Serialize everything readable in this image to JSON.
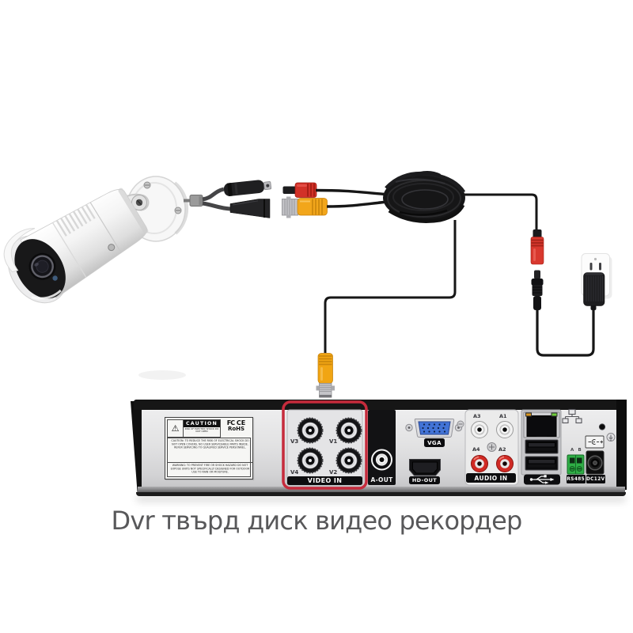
{
  "caption": "Dvr твърд диск видео рекордер",
  "icons": {
    "warning": "⚠",
    "lan_icon": "network-nodes",
    "usb_icon": "usb-trident",
    "ground_icon": "earth-ground",
    "polarity_icon": "dc-polarity-center-positive"
  },
  "colors": {
    "video_in_highlight_red": "#c62b3c",
    "bnc_yellow": "#f1a513",
    "power_plug_red": "#d8382e",
    "rs485_green": "#2fae46",
    "vga_blue": "#4273d6",
    "led_orange": "#d6951f",
    "led_green": "#6fce3a",
    "caption_gray": "#58585a"
  },
  "dvr": {
    "caution": {
      "header": "CAUTION",
      "header_sub": "RISK OF ELECTRIC SHOCK DO NOT OPEN",
      "fcc": "FC",
      "ce": "CE",
      "rohs": "RoHS",
      "para1": "CAUTION: TO REDUCE THE RISK OF ELECTRICAL SHOCK DO NOT OPEN COVERS. NO USER SERVICEABLE PARTS INSIDE. REFER SERVICING TO QUALIFIED SERVICE PERSONNEL.",
      "para2": "WARNING: TO PREVENT FIRE OR SHOCK HAZARD DO NOT EXPOSE UNITS NOT SPECIFICALLY DESIGNED FOR OUTDOOR USE TO RAIN OR MOISTURE."
    },
    "video_in": {
      "label": "VIDEO IN",
      "ports": [
        {
          "label": "V3"
        },
        {
          "label": "V1"
        },
        {
          "label": "V4"
        },
        {
          "label": "V2"
        }
      ]
    },
    "a_out": {
      "label": "A-OUT"
    },
    "vga": {
      "label": "VGA"
    },
    "hd_out": {
      "label": "HD-OUT"
    },
    "audio_in": {
      "label": "AUDIO IN",
      "ports": [
        {
          "label": "A3"
        },
        {
          "label": "A1"
        },
        {
          "label": "A4"
        },
        {
          "label": "A2"
        }
      ]
    },
    "rs485": {
      "label": "RS485",
      "pin_a": "A",
      "pin_b": "B"
    },
    "dc12v": {
      "label": "DC12V"
    }
  }
}
